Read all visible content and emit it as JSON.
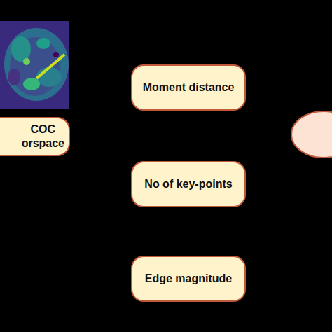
{
  "diagram": {
    "nodes": [
      {
        "text": [
          "COC orspace"
        ]
      },
      {
        "text": [
          "Moment distance"
        ]
      },
      {
        "text": [
          "No of key-points"
        ]
      },
      {
        "text": [
          "Edge magnitude"
        ]
      }
    ]
  }
}
